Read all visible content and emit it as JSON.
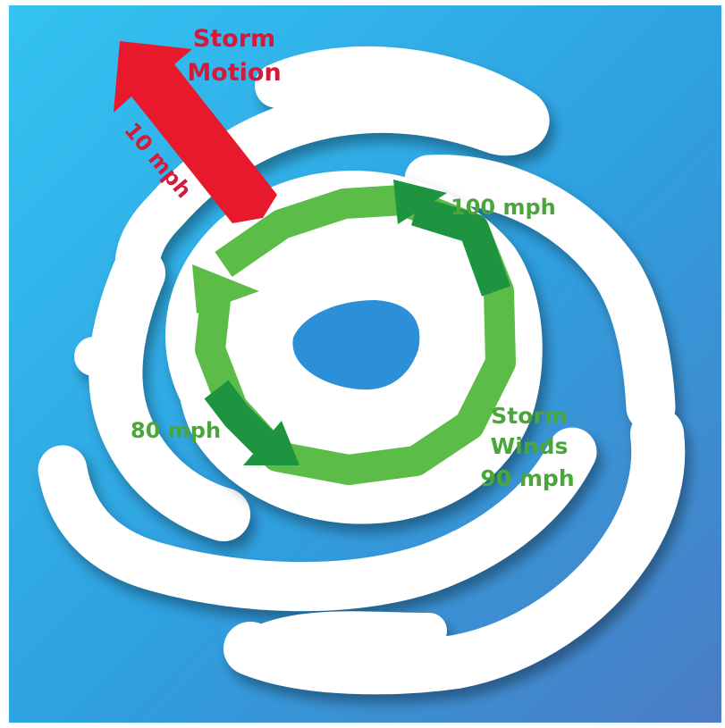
{
  "storm_motion": {
    "title_line1": "Storm",
    "title_line2": "Motion",
    "speed": "10 mph"
  },
  "winds": {
    "fast_side": "100 mph",
    "slow_side": "80 mph",
    "label_line1": "Storm",
    "label_line2": "Winds",
    "label_line3": "90 mph"
  },
  "colors": {
    "sky_light": "#35bdf0",
    "sky_dark": "#4a84c8",
    "cloud": "#ffffff",
    "motion_arrow": "#e8192c",
    "motion_text": "#d31a3a",
    "wind_ring": "#5bbc47",
    "wind_ring_dark": "#1e9440",
    "wind_text": "#4aa63a"
  }
}
